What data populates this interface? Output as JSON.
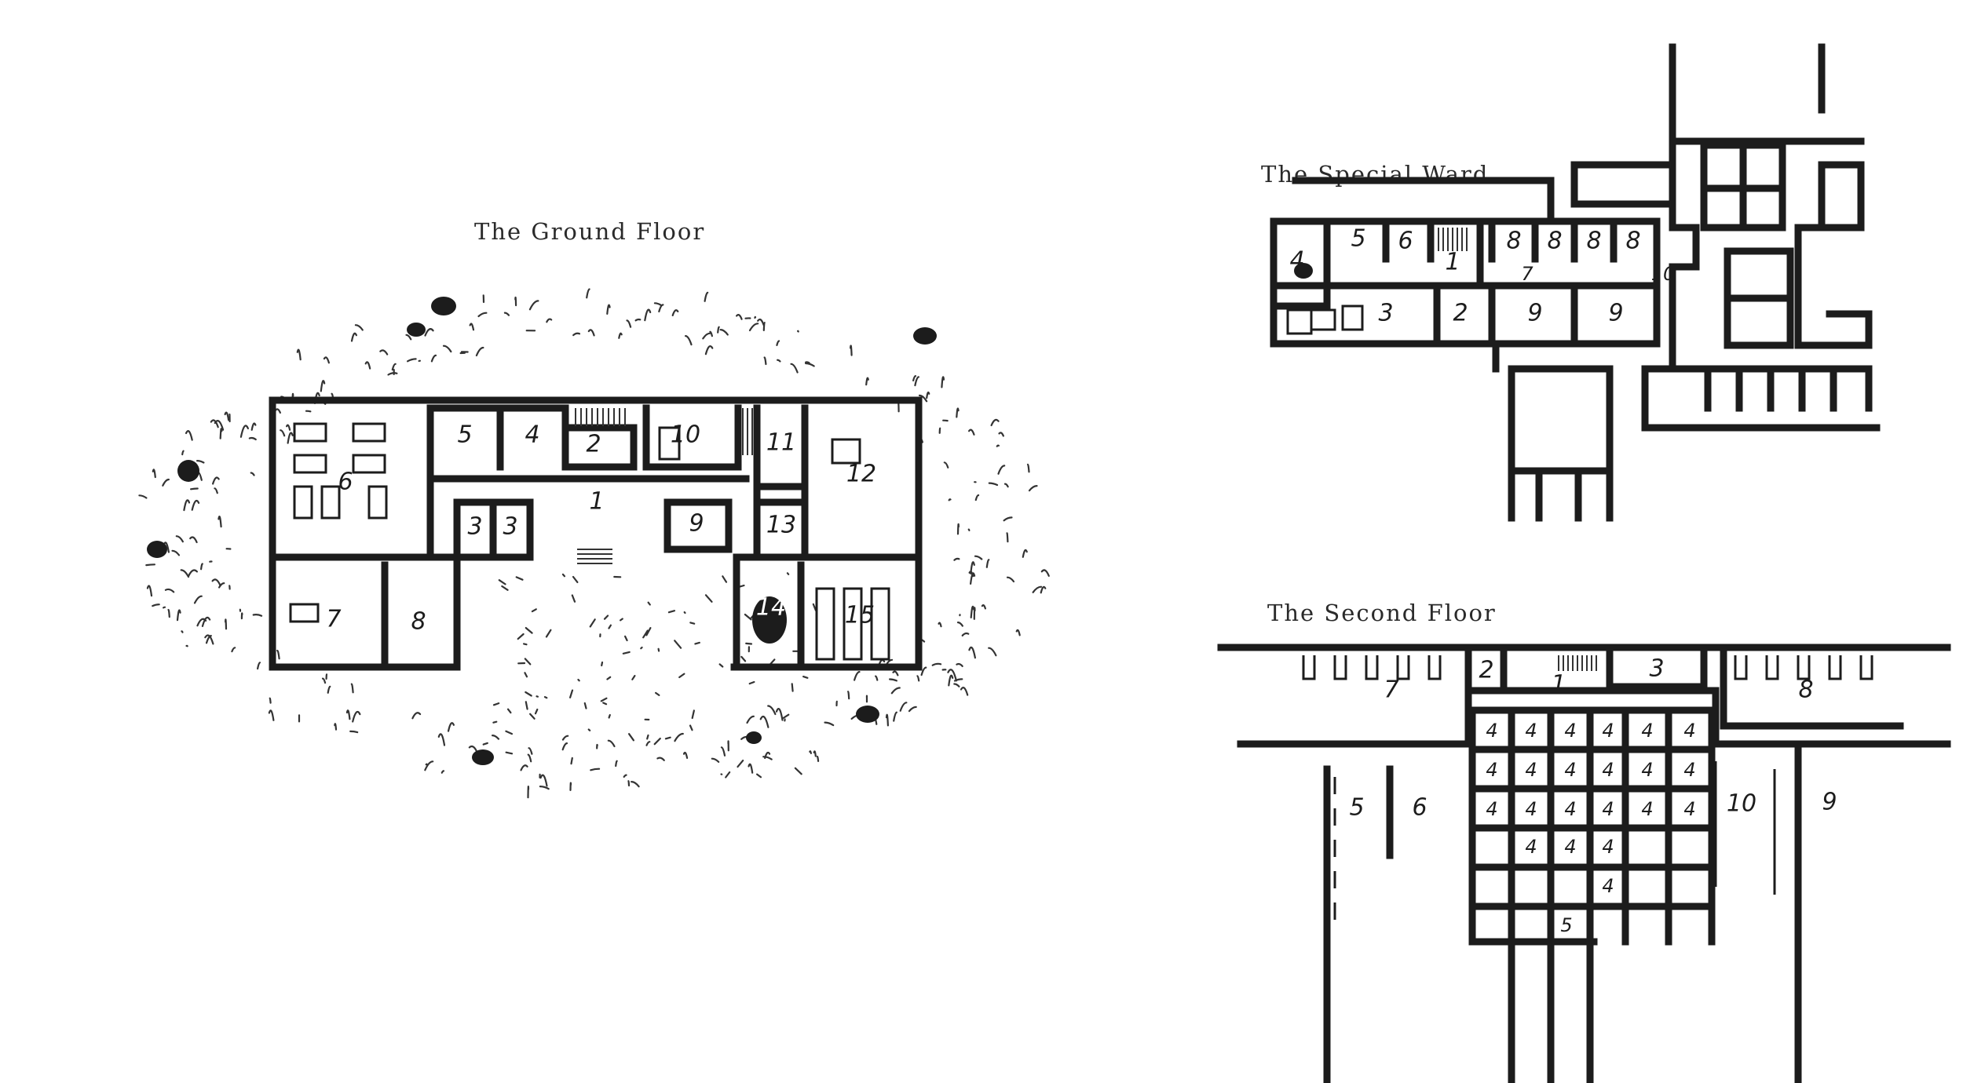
{
  "maps": {
    "ground_floor": {
      "title": "The Ground Floor",
      "rooms": [
        "1",
        "2",
        "3",
        "3",
        "4",
        "5",
        "6",
        "7",
        "8",
        "9",
        "10",
        "11",
        "12",
        "13",
        "14",
        "15"
      ]
    },
    "special_ward": {
      "title": "The Special Ward",
      "rooms": [
        "1",
        "2",
        "3",
        "4",
        "5",
        "6",
        "7",
        "8",
        "8",
        "8",
        "8",
        "9",
        "9",
        "10"
      ]
    },
    "second_floor": {
      "title": "The Second Floor",
      "rooms": [
        "1",
        "2",
        "3",
        "4",
        "4",
        "4",
        "4",
        "4",
        "4",
        "4",
        "4",
        "4",
        "4",
        "4",
        "4",
        "4",
        "4",
        "4",
        "4",
        "4",
        "4",
        "4",
        "4",
        "4",
        "4",
        "5",
        "6",
        "7",
        "8",
        "9",
        "10"
      ]
    }
  }
}
